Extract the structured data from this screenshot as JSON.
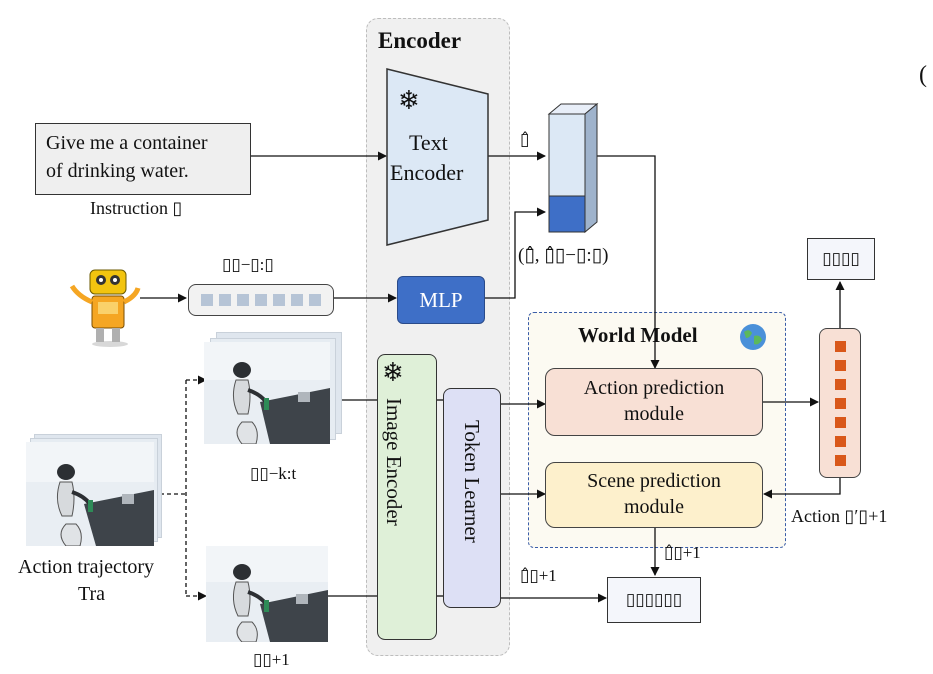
{
  "encoder": {
    "title": "Encoder",
    "panel_color": "#f0f0f0",
    "border_color": "#bdbdbd"
  },
  "instruction": {
    "text_line1": "Give me a container",
    "text_line2": "of drinking water.",
    "caption": "Instruction ▯"
  },
  "text_encoder": {
    "line1": "Text",
    "line2": "Encoder",
    "icon": "snowflake-icon"
  },
  "image_encoder": {
    "label": "Image Encoder",
    "icon": "snowflake-icon",
    "color": "#dff0d8"
  },
  "token_learner": {
    "label": "Token Learner",
    "color": "#dde0f5"
  },
  "mlp": {
    "label": "MLP",
    "color": "#3e6fc7"
  },
  "state_seq": {
    "label": "▯▯−▯:▯",
    "token_count": 7
  },
  "embedding": {
    "top_label": "▯̂",
    "bottom_label": "(▯̂,  ▯̂▯−▯:▯)",
    "top_color": "#dce8f5",
    "bottom_color": "#3e6fc7"
  },
  "world_model": {
    "title": "World Model",
    "icon": "globe-icon",
    "action_module_line1": "Action prediction",
    "action_module_line2": "module",
    "scene_module_line1": "Scene prediction",
    "scene_module_line2": "module",
    "action_color": "#f8e0d5",
    "scene_color": "#fdf0cc"
  },
  "output_action": {
    "label": "▯▯▯▯",
    "token_color": "#d9581a",
    "token_count": 7
  },
  "action_feedback": {
    "label": "Action ▯′▯+1"
  },
  "trajectory": {
    "caption_line1": "Action trajectory",
    "caption_line2": "Tra"
  },
  "frames_label": "▯▯−k:t",
  "next_frame_label": "▯▯+1",
  "predicted_frame_label": "▯̂▯+1",
  "encoded_next_label": "▯̂▯+1",
  "loss_box": {
    "label": "▯▯▯▯▯▯"
  },
  "corner_glyph": "("
}
